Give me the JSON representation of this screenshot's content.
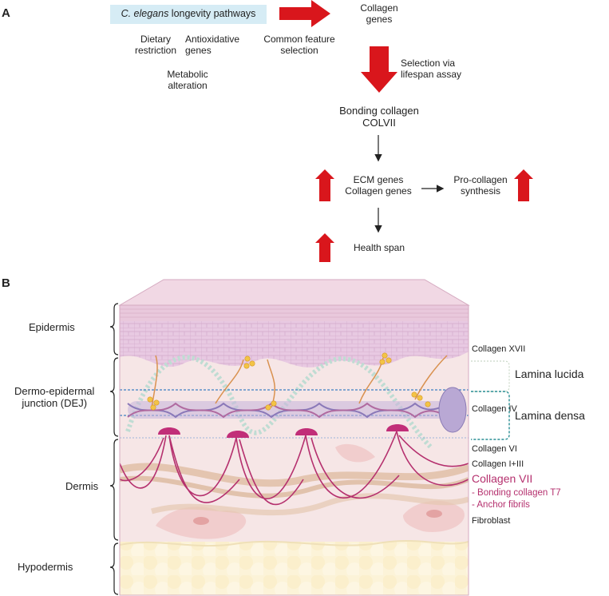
{
  "panel_a": {
    "label": "A",
    "pathways_box": {
      "species": "C. elegans",
      "rest": " longevity pathways"
    },
    "dietary": [
      "Dietary",
      "restriction"
    ],
    "antioxidative": [
      "Antioxidative",
      "genes"
    ],
    "metabolic": [
      "Metabolic",
      "alteration"
    ],
    "common_feature": [
      "Common feature",
      "selection"
    ],
    "collagen_genes": [
      "Collagen",
      "genes"
    ],
    "selection_via": [
      "Selection via",
      "lifespan assay"
    ],
    "bonding": [
      "Bonding collagen",
      "COLVII"
    ],
    "ecm": [
      "ECM genes",
      "Collagen genes"
    ],
    "procollagen": [
      "Pro-collagen",
      "synthesis"
    ],
    "health_span": "Health span"
  },
  "panel_b": {
    "label": "B",
    "layers": {
      "epidermis": "Epidermis",
      "dej": [
        "Dermo-epidermal",
        "junction (DEJ)"
      ],
      "dermis": "Dermis",
      "hypodermis": "Hypodermis"
    },
    "right_labels": {
      "collagen_xvii": "Collagen XVII",
      "lamina_lucida": "Lamina lucida",
      "collagen_iv": "Collagen IV",
      "lamina_densa": "Lamina densa",
      "collagen_vi": "Collagen VI",
      "collagen_i_iii": "Collagen I+III",
      "collagen_vii": "Collagen VII",
      "bonding_t7": "- Bonding collagen T7",
      "anchor": "- Anchor fibrils",
      "fibroblast": "Fibroblast"
    }
  },
  "colors": {
    "red_arrow": "#d9161c",
    "box_fill": "#d6ecf5",
    "magenta": "#b5306e",
    "teal": "#2a8f95",
    "epidermis": "#e3c3dc",
    "dermis": "#f5e4e4",
    "hypodermis": "#fbf3d9"
  }
}
